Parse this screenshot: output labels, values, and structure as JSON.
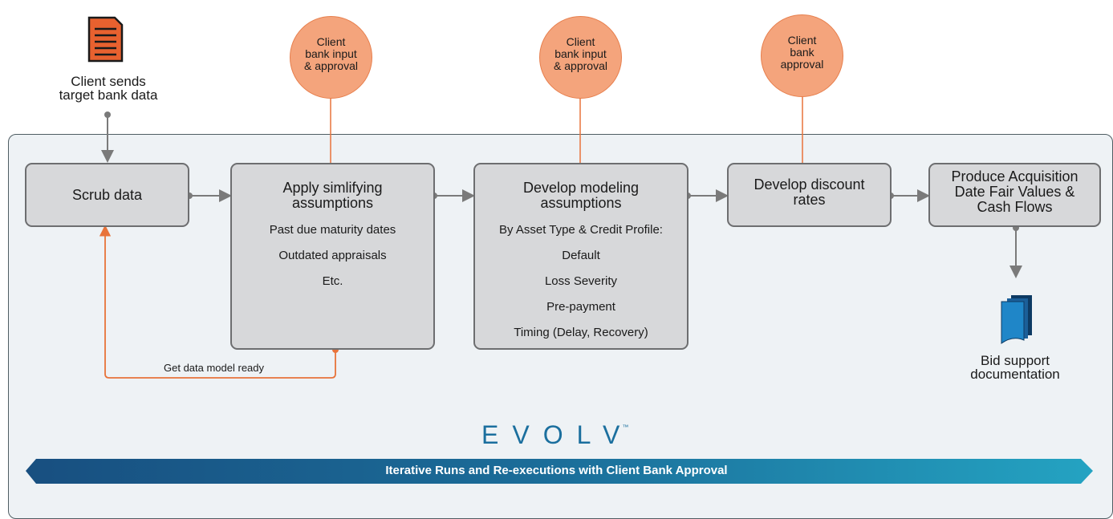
{
  "start": {
    "label": "Client sends\ntarget bank data"
  },
  "circles": [
    {
      "text": "Client\nbank input\n& approval"
    },
    {
      "text": "Client\nbank input\n& approval"
    },
    {
      "text": "Client\nbank\napproval"
    }
  ],
  "boxes": {
    "scrub": {
      "title": "Scrub data"
    },
    "apply": {
      "title": "Apply simlifying\nassumptions",
      "items": [
        "Past due maturity dates",
        "Outdated appraisals",
        "Etc."
      ]
    },
    "develop_modeling": {
      "title": "Develop modeling\nassumptions",
      "items": [
        "By Asset Type & Credit Profile:",
        "Default",
        "Loss Severity",
        "Pre-payment",
        "Timing (Delay, Recovery)"
      ]
    },
    "discount": {
      "title": "Develop discount\nrates"
    },
    "produce": {
      "title": "Produce Acquisition\nDate Fair Values &\nCash Flows"
    }
  },
  "loop_label": "Get data model ready",
  "end": {
    "label": "Bid support\ndocumentation"
  },
  "logo": {
    "text": "EVOLV",
    "tm": "™"
  },
  "banner": {
    "text": "Iterative Runs and Re-executions with Client Bank Approval"
  },
  "colors": {
    "orange": "#e8733a",
    "circle_fill": "#f4a47c",
    "box_fill": "#d7d8da",
    "banner": "#1b5f8e",
    "logo_blue": "#1b6f9e",
    "logo_green": "#7fae3b"
  },
  "icons": [
    "document-icon",
    "documents-stack-icon",
    "recycle-arrow-icon"
  ]
}
